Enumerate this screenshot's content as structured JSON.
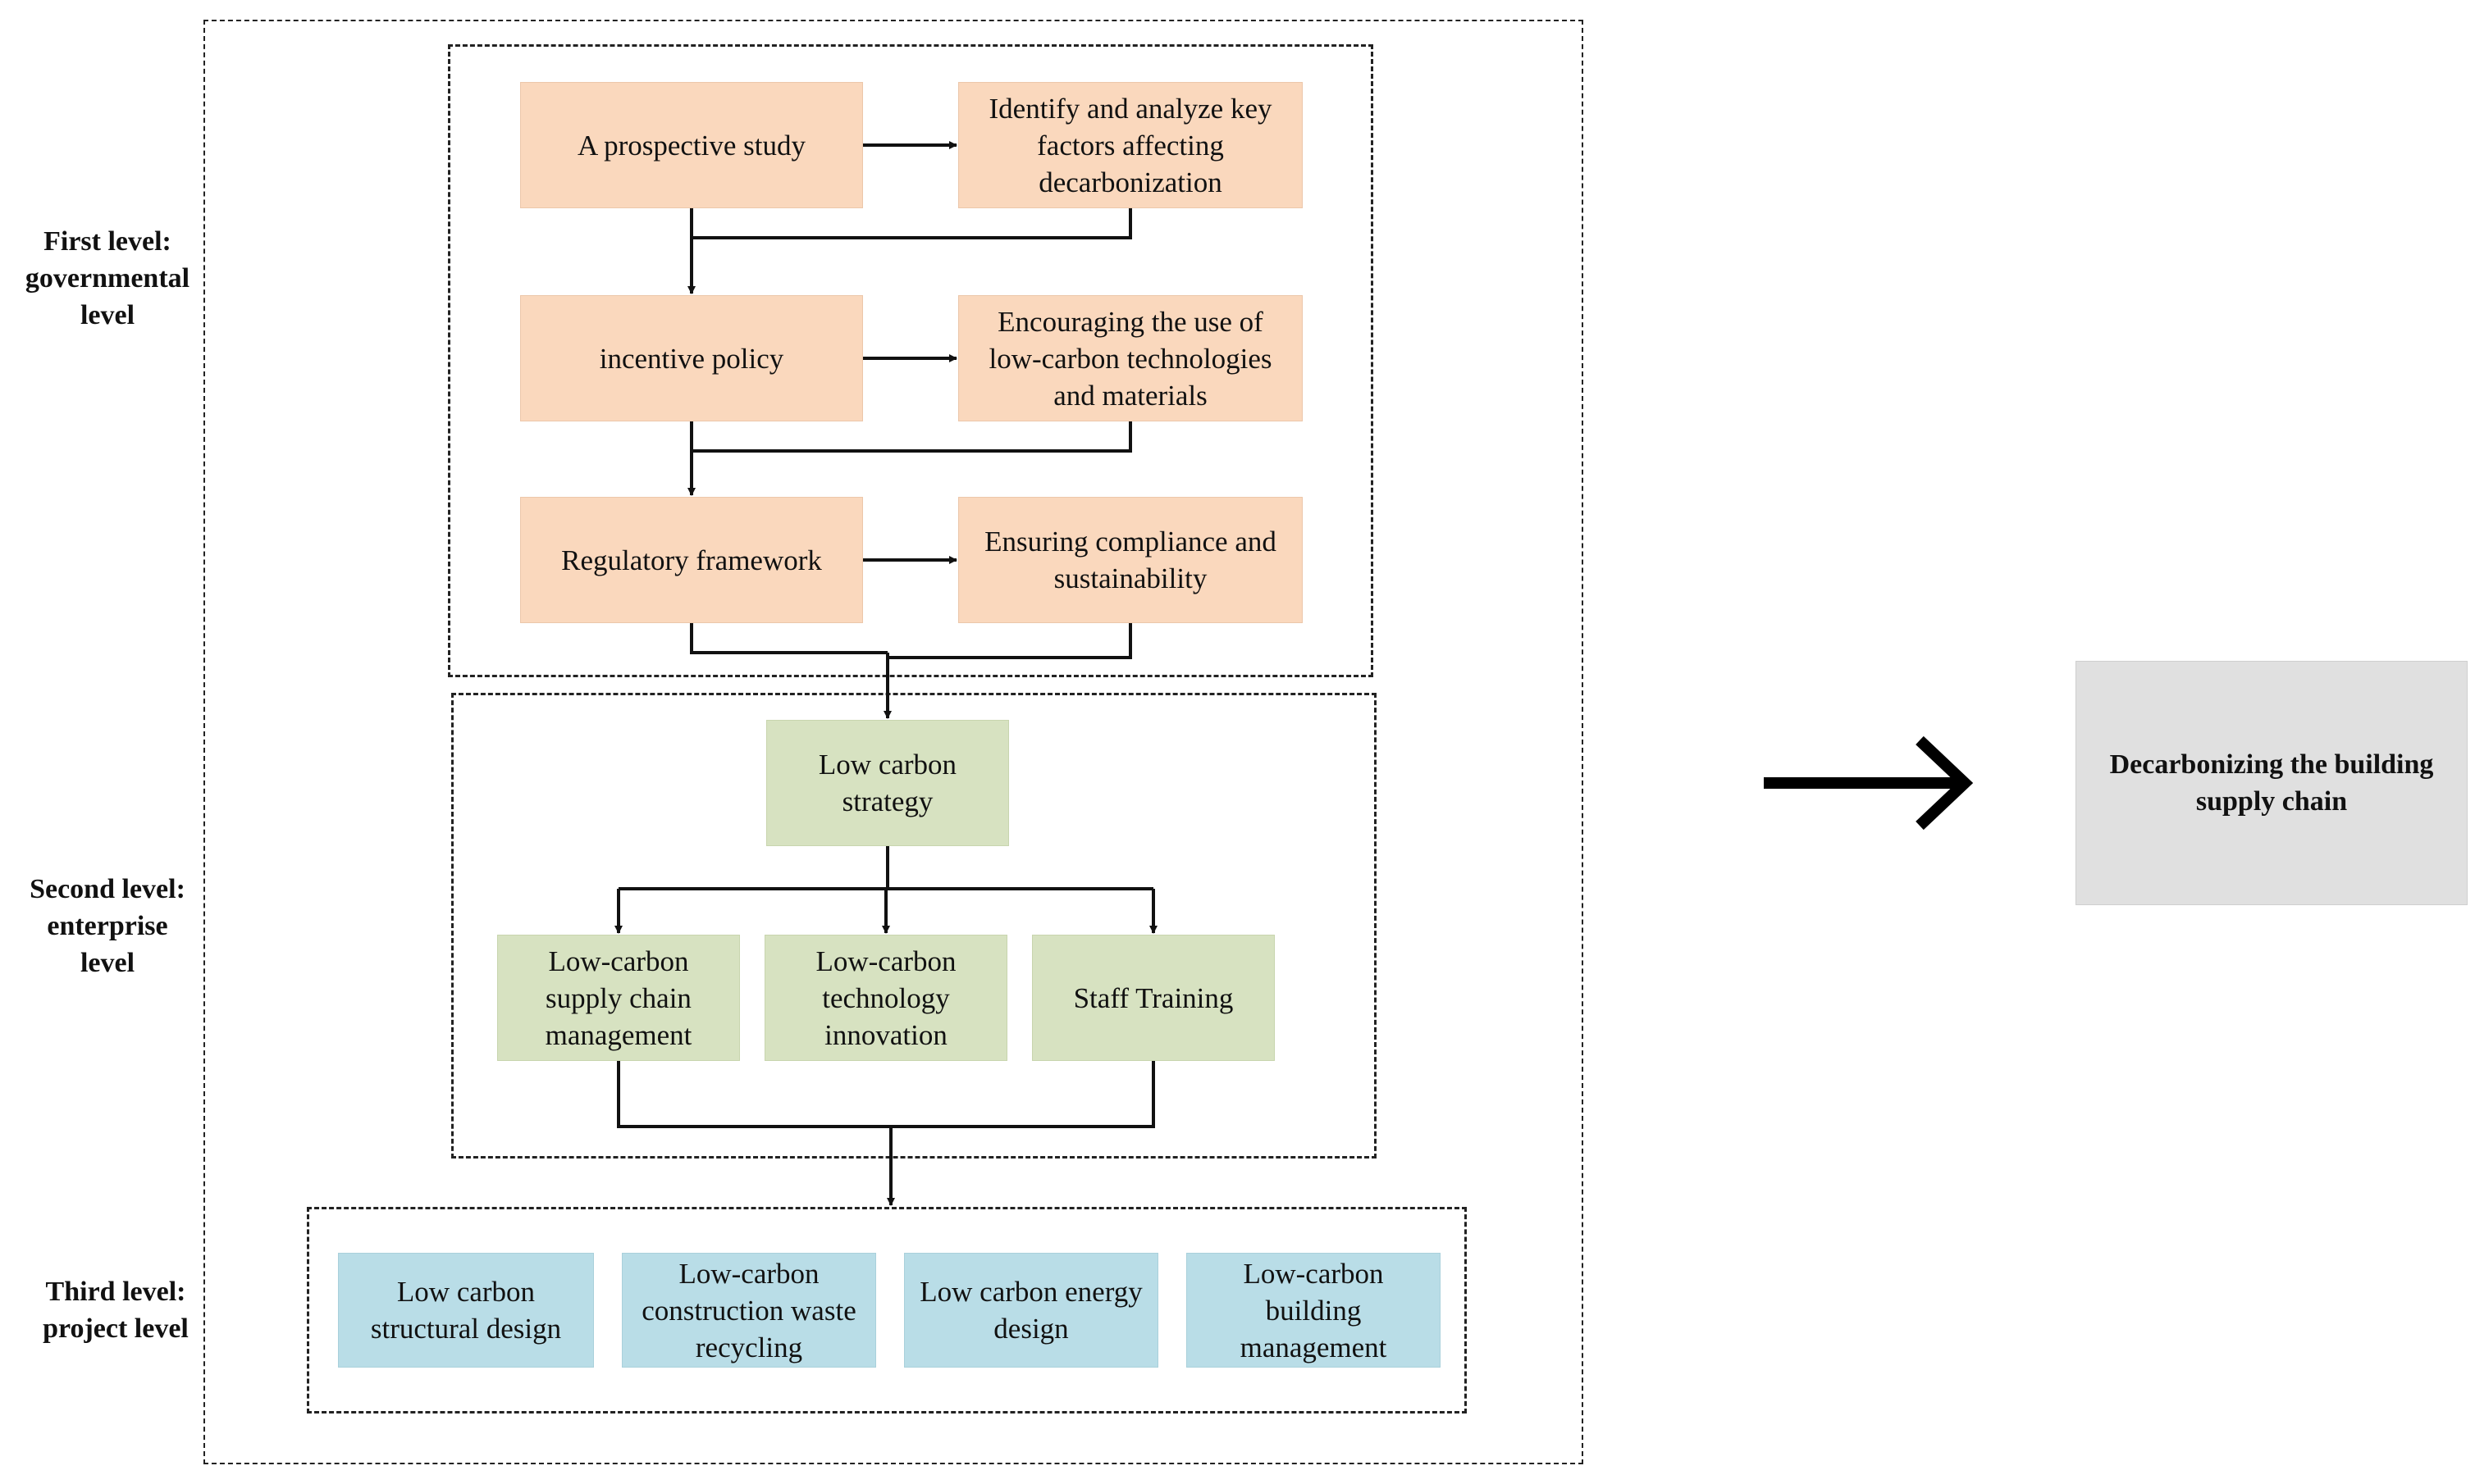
{
  "levels": {
    "first": "First level:\ngovernmental\nlevel",
    "second": "Second level:\nenterprise\nlevel",
    "third": "Third level:\nproject level"
  },
  "government": {
    "prospective_study": "A prospective study",
    "key_factors": "Identify and analyze key factors affecting decarbonization",
    "incentive_policy": "incentive policy",
    "encouraging": "Encouraging the use of low-carbon technologies and materials",
    "regulatory": "Regulatory framework",
    "compliance": "Ensuring compliance and sustainability"
  },
  "enterprise": {
    "strategy": "Low carbon strategy",
    "supply_chain": "Low-carbon supply chain management",
    "technology": "Low-carbon technology innovation",
    "training": "Staff Training"
  },
  "project": {
    "structural": "Low carbon structural design",
    "waste": "Low-carbon construction waste recycling",
    "energy": "Low carbon energy design",
    "building": "Low-carbon building management"
  },
  "outcome": "Decarbonizing the building supply chain",
  "colors": {
    "government": "#fad8bd",
    "enterprise": "#d7e2c1",
    "project": "#b9dde7",
    "outcome": "#e0e0e0"
  }
}
